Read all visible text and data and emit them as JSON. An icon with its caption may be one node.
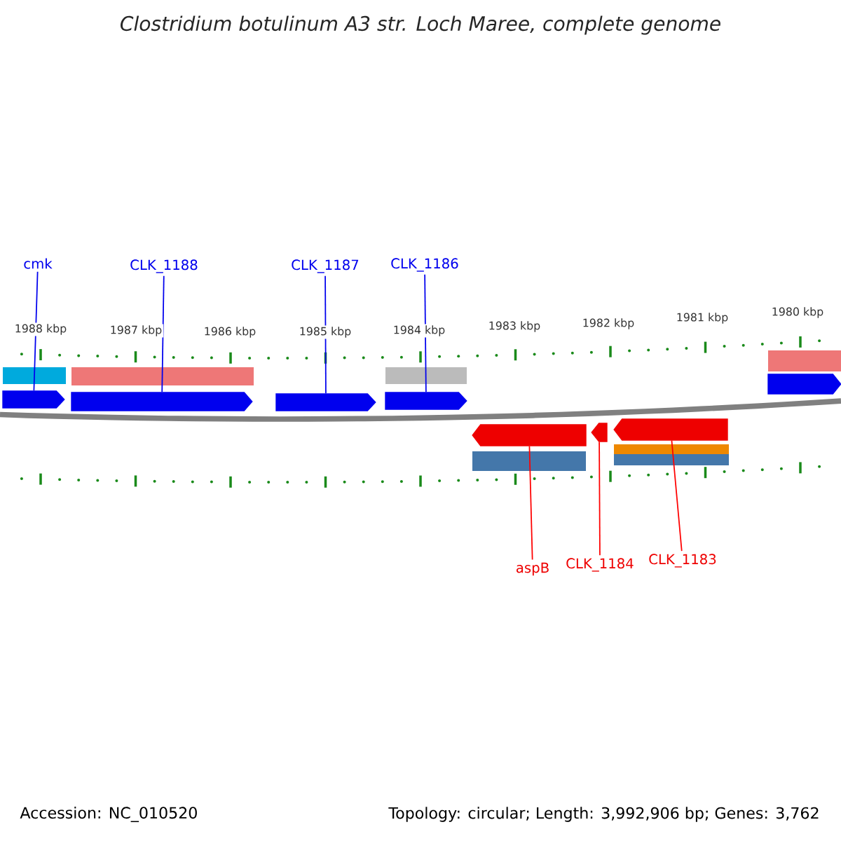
{
  "diagram": {
    "title": "Clostridium botulinum A3 str. Loch Maree, complete genome",
    "nodes": [
      {
        "text": [
          "cmk"
        ]
      },
      {
        "text": [
          "CLK_1188"
        ]
      },
      {
        "text": [
          "CLK_1187"
        ]
      },
      {
        "text": [
          "CLK_1186"
        ]
      },
      {
        "text": [
          "aspB"
        ]
      },
      {
        "text": [
          "CLK_1184"
        ]
      },
      {
        "text": [
          "CLK_1183"
        ]
      },
      {
        "text": [],
        "shape": "arrow"
      },
      {
        "text": [],
        "shape": "arrow"
      },
      {
        "text": [],
        "shape": "arrow"
      },
      {
        "text": [],
        "shape": "arrow"
      },
      {
        "text": [],
        "shape": "arrow"
      },
      {
        "text": [],
        "shape": "arrow"
      },
      {
        "text": [],
        "shape": "arrow"
      },
      {
        "text": [],
        "shape": "arrow"
      }
    ],
    "edges": [
      {
        "from": 0,
        "to": 7,
        "arrow": "none"
      },
      {
        "from": 1,
        "to": 8,
        "arrow": "none"
      },
      {
        "from": 2,
        "to": 9,
        "arrow": "none"
      },
      {
        "from": 3,
        "to": 10,
        "arrow": "none"
      },
      {
        "from": 4,
        "to": 12,
        "arrow": "none",
        "color": "#ff0000"
      },
      {
        "from": 5,
        "to": 13,
        "arrow": "none",
        "color": "#ff0000"
      },
      {
        "from": 6,
        "to": 14,
        "arrow": "none",
        "color": "#ff0000"
      }
    ],
    "labels": [
      "1988 kbp",
      "1987 kbp",
      "1986 kbp",
      "1985 kbp",
      "1984 kbp",
      "1983 kbp",
      "1982 kbp",
      "1981 kbp",
      "1980 kbp",
      "Accession: NC_010520",
      "Topology: circular; Length: 3,992,906 bp; Genes: 3,762"
    ]
  }
}
